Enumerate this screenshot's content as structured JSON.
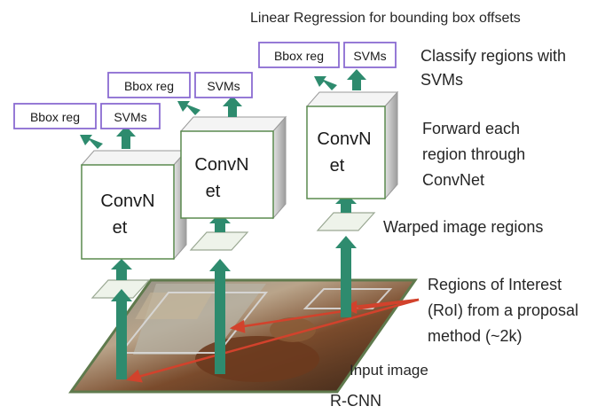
{
  "title_top": "Linear Regression for bounding box offsets",
  "caption": "R-CNN",
  "boxes": {
    "bbox_reg": "Bbox reg",
    "svms": "SVMs"
  },
  "cube": {
    "line1": "ConvN",
    "line2": "et"
  },
  "annotations": {
    "classify": [
      "Classify regions with",
      "SVMs"
    ],
    "forward": [
      "Forward each",
      "region through",
      "ConvNet"
    ],
    "warped": "Warped image regions",
    "roi": [
      "Regions of Interest",
      "(RoI) from a proposal",
      "method (~2k)"
    ],
    "input": "Input image"
  },
  "colors": {
    "arrow_green": "#2e8b6e",
    "box_border": "#8a6bd1",
    "cube_front": "#ffffff",
    "cube_edge": "#8a8a8a",
    "roi_red": "#d2422c",
    "warp_fill": "#eef3ea"
  }
}
